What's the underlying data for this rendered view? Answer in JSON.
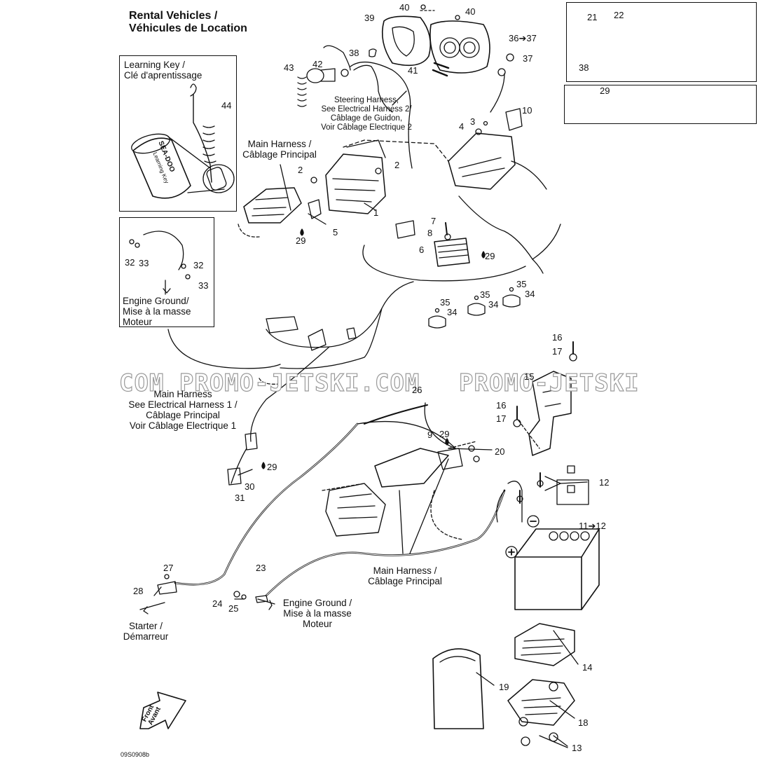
{
  "title": [
    "Rental Vehicles /",
    "Véhicules de Location"
  ],
  "watermark": [
    "COM PROMO-JETSKI.COM",
    "PROMO-JETSKI"
  ],
  "learning_key_box": {
    "title": [
      "Learning Key /",
      "Clé d'aprentissage"
    ],
    "key_text": "SEA-DOO",
    "key_subtext": "Learning Key",
    "part": "44"
  },
  "engine_ground_box": {
    "text": [
      "Engine Ground/",
      "Mise à la masse",
      "Moteur"
    ]
  },
  "clamps_box": {
    "parts": [
      "21",
      "22",
      "38"
    ]
  },
  "tube_box": {
    "part": "29"
  },
  "callouts": {
    "steering_harness": [
      "Steering Harness,",
      "See Electrical Harness 2/",
      "Câblage de Guidon,",
      "Voir Câblage Electrique 2"
    ],
    "main_harness_top": [
      "Main Harness /",
      "Câblage Principal"
    ],
    "main_harness_mid": [
      "Main Harness",
      "See Electrical Harness 1 /",
      "Câblage Principal",
      "Voir Câblage Electrique 1"
    ],
    "main_harness_bottom": [
      "Main Harness /",
      "Câblage Principal"
    ],
    "engine_ground_bottom": [
      "Engine Ground /",
      "Mise à la masse",
      "Moteur"
    ],
    "starter": [
      "Starter /",
      "Démarreur"
    ],
    "front": [
      "Front",
      "Avant"
    ]
  },
  "part_numbers": {
    "p1": "1",
    "p2a": "2",
    "p2b": "2",
    "p3": "3",
    "p4": "4",
    "p5": "5",
    "p6": "6",
    "p7": "7",
    "p8": "8",
    "p9": "9",
    "p10": "10",
    "p11": "11➔12",
    "p12": "12",
    "p13": "13",
    "p14": "14",
    "p15": "15",
    "p16a": "16",
    "p17a": "17",
    "p16b": "16",
    "p17b": "17",
    "p18": "18",
    "p19": "19",
    "p20": "20",
    "p23": "23",
    "p24": "24",
    "p25": "25",
    "p26": "26",
    "p27": "27",
    "p28": "28",
    "p29a": "29",
    "p29b": "29",
    "p29c": "29",
    "p29d": "29",
    "p30": "30",
    "p31": "31",
    "p32a": "32",
    "p33a": "33",
    "p32b": "32",
    "p33b": "33",
    "p34a": "34",
    "p35a": "35",
    "p34b": "34",
    "p35b": "35",
    "p34c": "34",
    "p35c": "35",
    "p36": "36➔37",
    "p37": "37",
    "p38": "38",
    "p39": "39",
    "p40a": "40",
    "p40b": "40",
    "p41": "41",
    "p42": "42",
    "p43": "43"
  },
  "drawing_code": "09S0908b"
}
